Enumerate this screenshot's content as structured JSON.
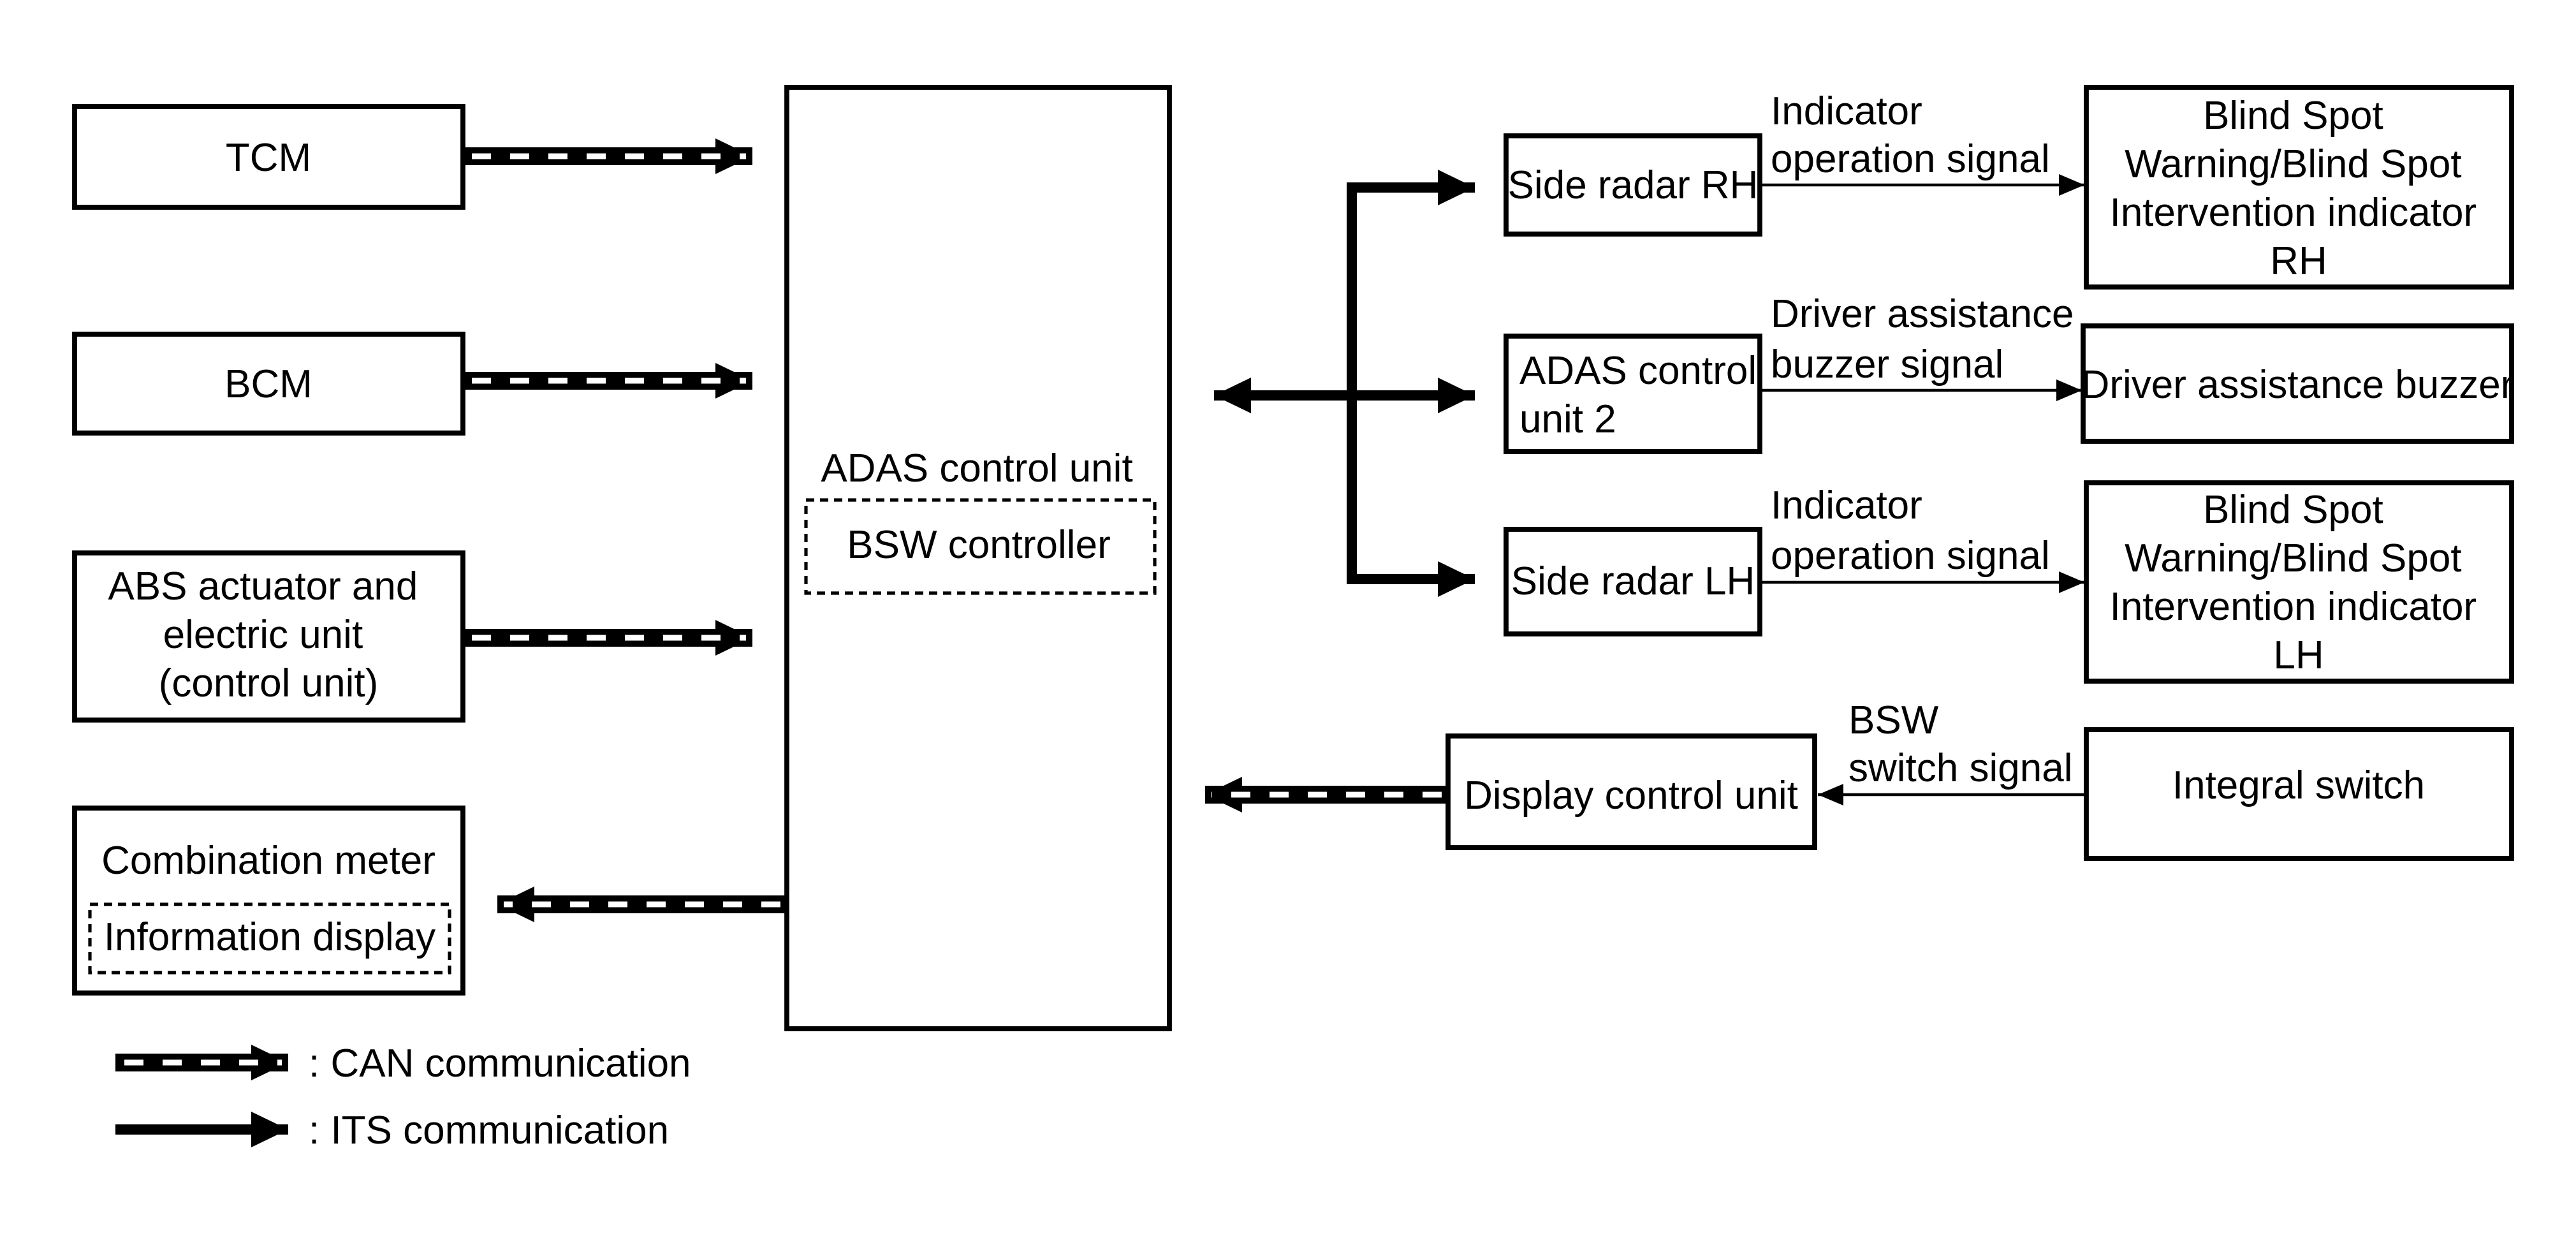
{
  "diagram": {
    "nodes": {
      "tcm": {
        "lines": [
          "TCM"
        ]
      },
      "bcm": {
        "lines": [
          "BCM"
        ]
      },
      "abs": {
        "lines": [
          "ABS actuator and",
          "electric unit",
          "(control unit)"
        ]
      },
      "combination_meter": {
        "lines": [
          "Combination meter"
        ]
      },
      "information_display": {
        "lines": [
          "Information display"
        ]
      },
      "adas_control_unit": {
        "lines": [
          "ADAS control unit"
        ]
      },
      "bsw_controller": {
        "lines": [
          "BSW controller"
        ]
      },
      "side_radar_rh": {
        "lines": [
          "Side radar RH"
        ]
      },
      "adas_control_unit_2": {
        "lines": [
          "ADAS control",
          "unit 2"
        ]
      },
      "side_radar_lh": {
        "lines": [
          "Side radar LH"
        ]
      },
      "display_control_unit": {
        "lines": [
          "Display control unit"
        ]
      },
      "bsw_indicator_rh": {
        "lines": [
          "Blind Spot",
          "Warning/Blind Spot",
          "Intervention indicator",
          "RH"
        ]
      },
      "driver_assistance_buzzer": {
        "lines": [
          "Driver assistance buzzer"
        ]
      },
      "bsw_indicator_lh": {
        "lines": [
          "Blind Spot",
          "Warning/Blind Spot",
          "Intervention indicator",
          "LH"
        ]
      },
      "integral_switch": {
        "lines": [
          "Integral switch"
        ]
      }
    },
    "edges": [
      {
        "from": "tcm",
        "to": "adas_control_unit",
        "type": "CAN",
        "label": []
      },
      {
        "from": "bcm",
        "to": "adas_control_unit",
        "type": "CAN",
        "label": []
      },
      {
        "from": "abs",
        "to": "adas_control_unit",
        "type": "CAN",
        "label": []
      },
      {
        "from": "adas_control_unit",
        "to": "combination_meter",
        "type": "CAN",
        "label": []
      },
      {
        "from": "display_control_unit",
        "to": "adas_control_unit",
        "type": "CAN",
        "label": []
      },
      {
        "from": "adas_control_unit",
        "to": "side_radar_rh",
        "type": "ITS",
        "label": []
      },
      {
        "from": "adas_control_unit",
        "to": "adas_control_unit_2",
        "type": "ITS",
        "label": []
      },
      {
        "from": "adas_control_unit",
        "to": "side_radar_lh",
        "type": "ITS",
        "label": []
      },
      {
        "from": "side_radar_rh",
        "to": "bsw_indicator_rh",
        "type": "signal",
        "label": [
          "Indicator",
          "operation signal"
        ]
      },
      {
        "from": "adas_control_unit_2",
        "to": "driver_assistance_buzzer",
        "type": "signal",
        "label": [
          "Driver assistance",
          "buzzer signal"
        ]
      },
      {
        "from": "side_radar_lh",
        "to": "bsw_indicator_lh",
        "type": "signal",
        "label": [
          "Indicator",
          "operation signal"
        ]
      },
      {
        "from": "integral_switch",
        "to": "display_control_unit",
        "type": "signal",
        "label": [
          "BSW",
          "switch signal"
        ]
      }
    ],
    "legend": {
      "can": ": CAN communication",
      "its": ": ITS communication"
    }
  }
}
